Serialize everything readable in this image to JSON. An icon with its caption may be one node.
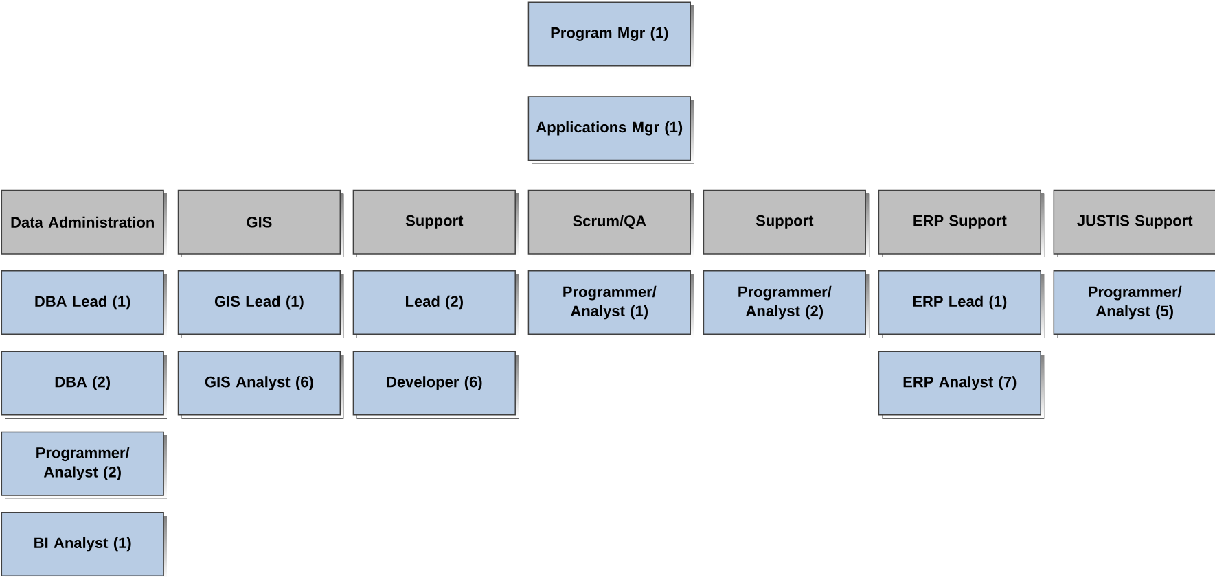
{
  "diagram": {
    "nodes": [
      {
        "text": [
          "Program Mgr (1)"
        ]
      },
      {
        "text": [
          "Applications Mgr (1)"
        ]
      },
      {
        "text": [
          "Data Administration"
        ]
      },
      {
        "text": [
          "GIS"
        ]
      },
      {
        "text": [
          "Support"
        ]
      },
      {
        "text": [
          "Scrum/QA"
        ]
      },
      {
        "text": [
          "Support"
        ]
      },
      {
        "text": [
          "ERP Support"
        ]
      },
      {
        "text": [
          "JUSTIS Support"
        ]
      },
      {
        "text": [
          "DBA Lead (1)"
        ]
      },
      {
        "text": [
          "GIS Lead (1)"
        ]
      },
      {
        "text": [
          "Lead (2)"
        ]
      },
      {
        "text": [
          "Programmer/ Analyst (1)"
        ]
      },
      {
        "text": [
          "Programmer/ Analyst (2)"
        ]
      },
      {
        "text": [
          "ERP Lead (1)"
        ]
      },
      {
        "text": [
          "Programmer/ Analyst (5)"
        ]
      },
      {
        "text": [
          "DBA (2)"
        ]
      },
      {
        "text": [
          "GIS Analyst (6)"
        ]
      },
      {
        "text": [
          "Developer (6)"
        ]
      },
      {
        "text": [
          "ERP Analyst (7)"
        ]
      },
      {
        "text": [
          "Programmer/ Analyst (2)"
        ]
      },
      {
        "text": [
          "BI Analyst (1)"
        ]
      }
    ]
  }
}
